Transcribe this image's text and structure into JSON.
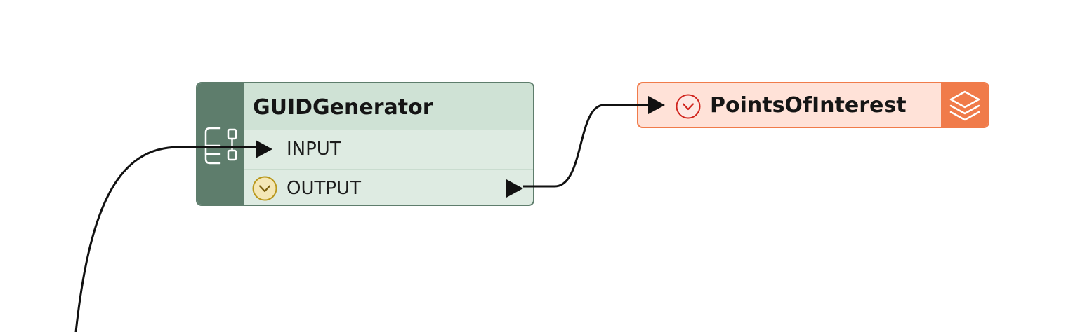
{
  "transformer": {
    "title": "GUIDGenerator",
    "icon": "guid-generator-icon",
    "ports": {
      "input": {
        "label": "INPUT"
      },
      "output": {
        "label": "OUTPUT",
        "icon": "chevron-down-circle-icon"
      }
    },
    "colors": {
      "header_strip": "#5e7d6c",
      "title_background": "#cfe2d5",
      "body_background": "#deebe2",
      "expand_icon": "#b9971b"
    }
  },
  "writer": {
    "title": "PointsOfInterest",
    "collapse_icon": "chevron-down-circle-icon",
    "icon": "feature-layers-icon",
    "colors": {
      "border": "#f07b4a",
      "background": "#ffe2d8",
      "collapse_icon": "#d0241d"
    }
  },
  "connections": [
    {
      "from": "external-source",
      "to": "GUIDGenerator.INPUT"
    },
    {
      "from": "GUIDGenerator.OUTPUT",
      "to": "PointsOfInterest"
    }
  ]
}
